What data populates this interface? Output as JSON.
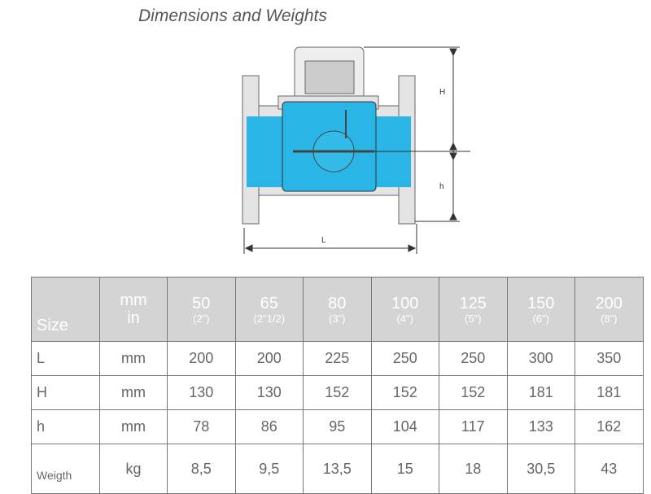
{
  "title": "Dimensions and Weights",
  "drawing": {
    "labels": {
      "H": "H",
      "h": "h",
      "L": "L"
    },
    "colors": {
      "water": "#29b6e6",
      "body": "#e4e4e4",
      "outline": "#666666"
    }
  },
  "table": {
    "header": {
      "size": "Size",
      "unit_top": "mm",
      "unit_bottom": "in",
      "columns": [
        {
          "mm": "50",
          "in": "(2\")"
        },
        {
          "mm": "65",
          "in": "(2\"1/2)"
        },
        {
          "mm": "80",
          "in": "(3\")"
        },
        {
          "mm": "100",
          "in": "(4\")"
        },
        {
          "mm": "125",
          "in": "(5\")"
        },
        {
          "mm": "150",
          "in": "(6\")"
        },
        {
          "mm": "200",
          "in": "(8\")"
        }
      ]
    },
    "rows": [
      {
        "label": "L",
        "unit": "mm",
        "values": [
          "200",
          "200",
          "225",
          "250",
          "250",
          "300",
          "350"
        ]
      },
      {
        "label": "H",
        "unit": "mm",
        "values": [
          "130",
          "130",
          "152",
          "152",
          "152",
          "181",
          "181"
        ]
      },
      {
        "label": "h",
        "unit": "mm",
        "values": [
          "78",
          "86",
          "95",
          "104",
          "117",
          "133",
          "162"
        ]
      },
      {
        "label": "Weigth",
        "unit": "kg",
        "values": [
          "8,5",
          "9,5",
          "13,5",
          "15",
          "18",
          "30,5",
          "43"
        ]
      }
    ]
  }
}
